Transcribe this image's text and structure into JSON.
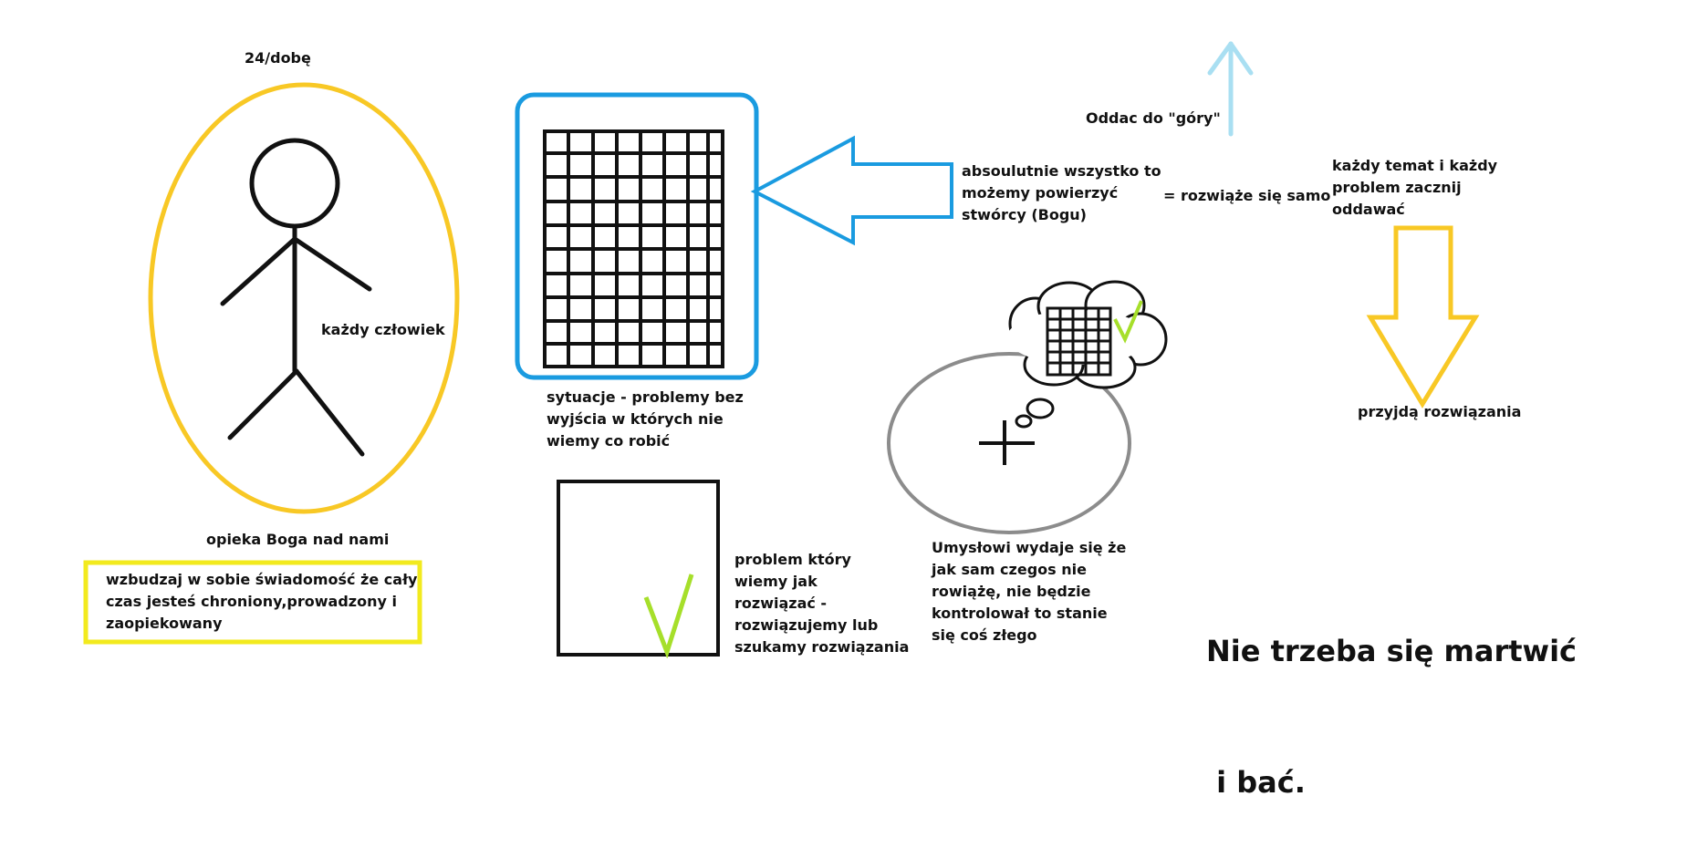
{
  "labels": {
    "top_24": "24/dobę",
    "kazdy_czlowiek": "każdy człowiek",
    "opieka": "opieka Boga nad nami",
    "wzbudzaj": [
      "wzbudzaj w sobie świadomość że cały",
      "czas jesteś chroniony,prowadzony i",
      "zaopiekowany"
    ],
    "sytuacje": [
      "sytuacje - problemy bez",
      "wyjścia w których nie",
      "wiemy co robić"
    ],
    "problem_ktory": [
      "problem który",
      "wiemy jak",
      "rozwiązać -",
      "rozwiązujemy lub",
      "szukamy rozwiązania"
    ],
    "absolutnie": [
      "absoulutnie wszystko to",
      "możemy powierzyć",
      "stwórcy (Bogu)"
    ],
    "rozwiaze": "= rozwiąże się samo",
    "oddac": "Oddac do \"góry\"",
    "kazdy_temat": [
      "każdy temat i każdy",
      "problem zacznij",
      "oddawać"
    ],
    "przyjda": "przyjdą rozwiązania",
    "umyslowi": [
      "Umysłowi wydaje się że",
      "jak sam czegos nie",
      "rowiążę, nie będzie",
      "kontrolował to stanie",
      "się coś złego"
    ],
    "nie_trzeba": [
      "Nie trzeba się martwić",
      " i bać."
    ]
  },
  "colors": {
    "yellow": "#f8c825",
    "bright_yellow": "#f2ea1e",
    "blue": "#1a9be0",
    "light_blue": "#a9dff2",
    "gray": "#8c8c8c",
    "green": "#a6df2a",
    "black": "#111111"
  }
}
